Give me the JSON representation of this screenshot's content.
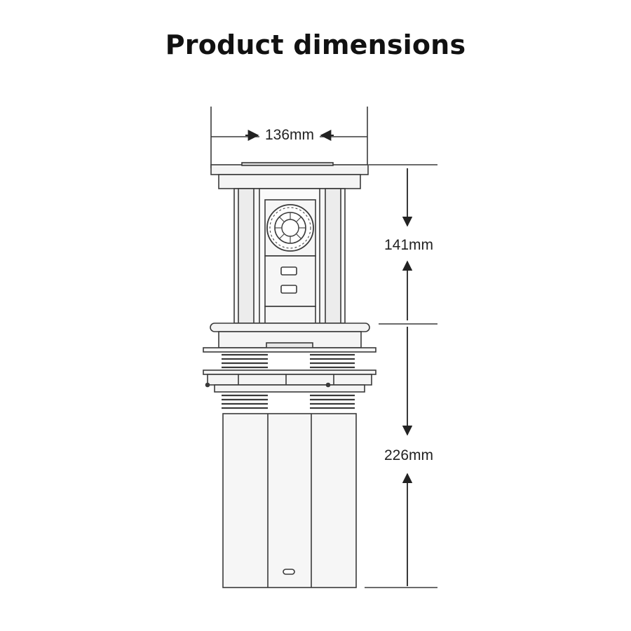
{
  "title": "Product dimensions",
  "dimensions": {
    "width_label": "136mm",
    "top_height_label": "141mm",
    "bottom_height_label": "226mm"
  },
  "colors": {
    "line": "#3a3a3a",
    "fill": "#f4f4f4",
    "background": "#ffffff"
  },
  "icons": [
    "wireless-charger-icon",
    "usb-port-icon",
    "usb-c-port-icon"
  ]
}
